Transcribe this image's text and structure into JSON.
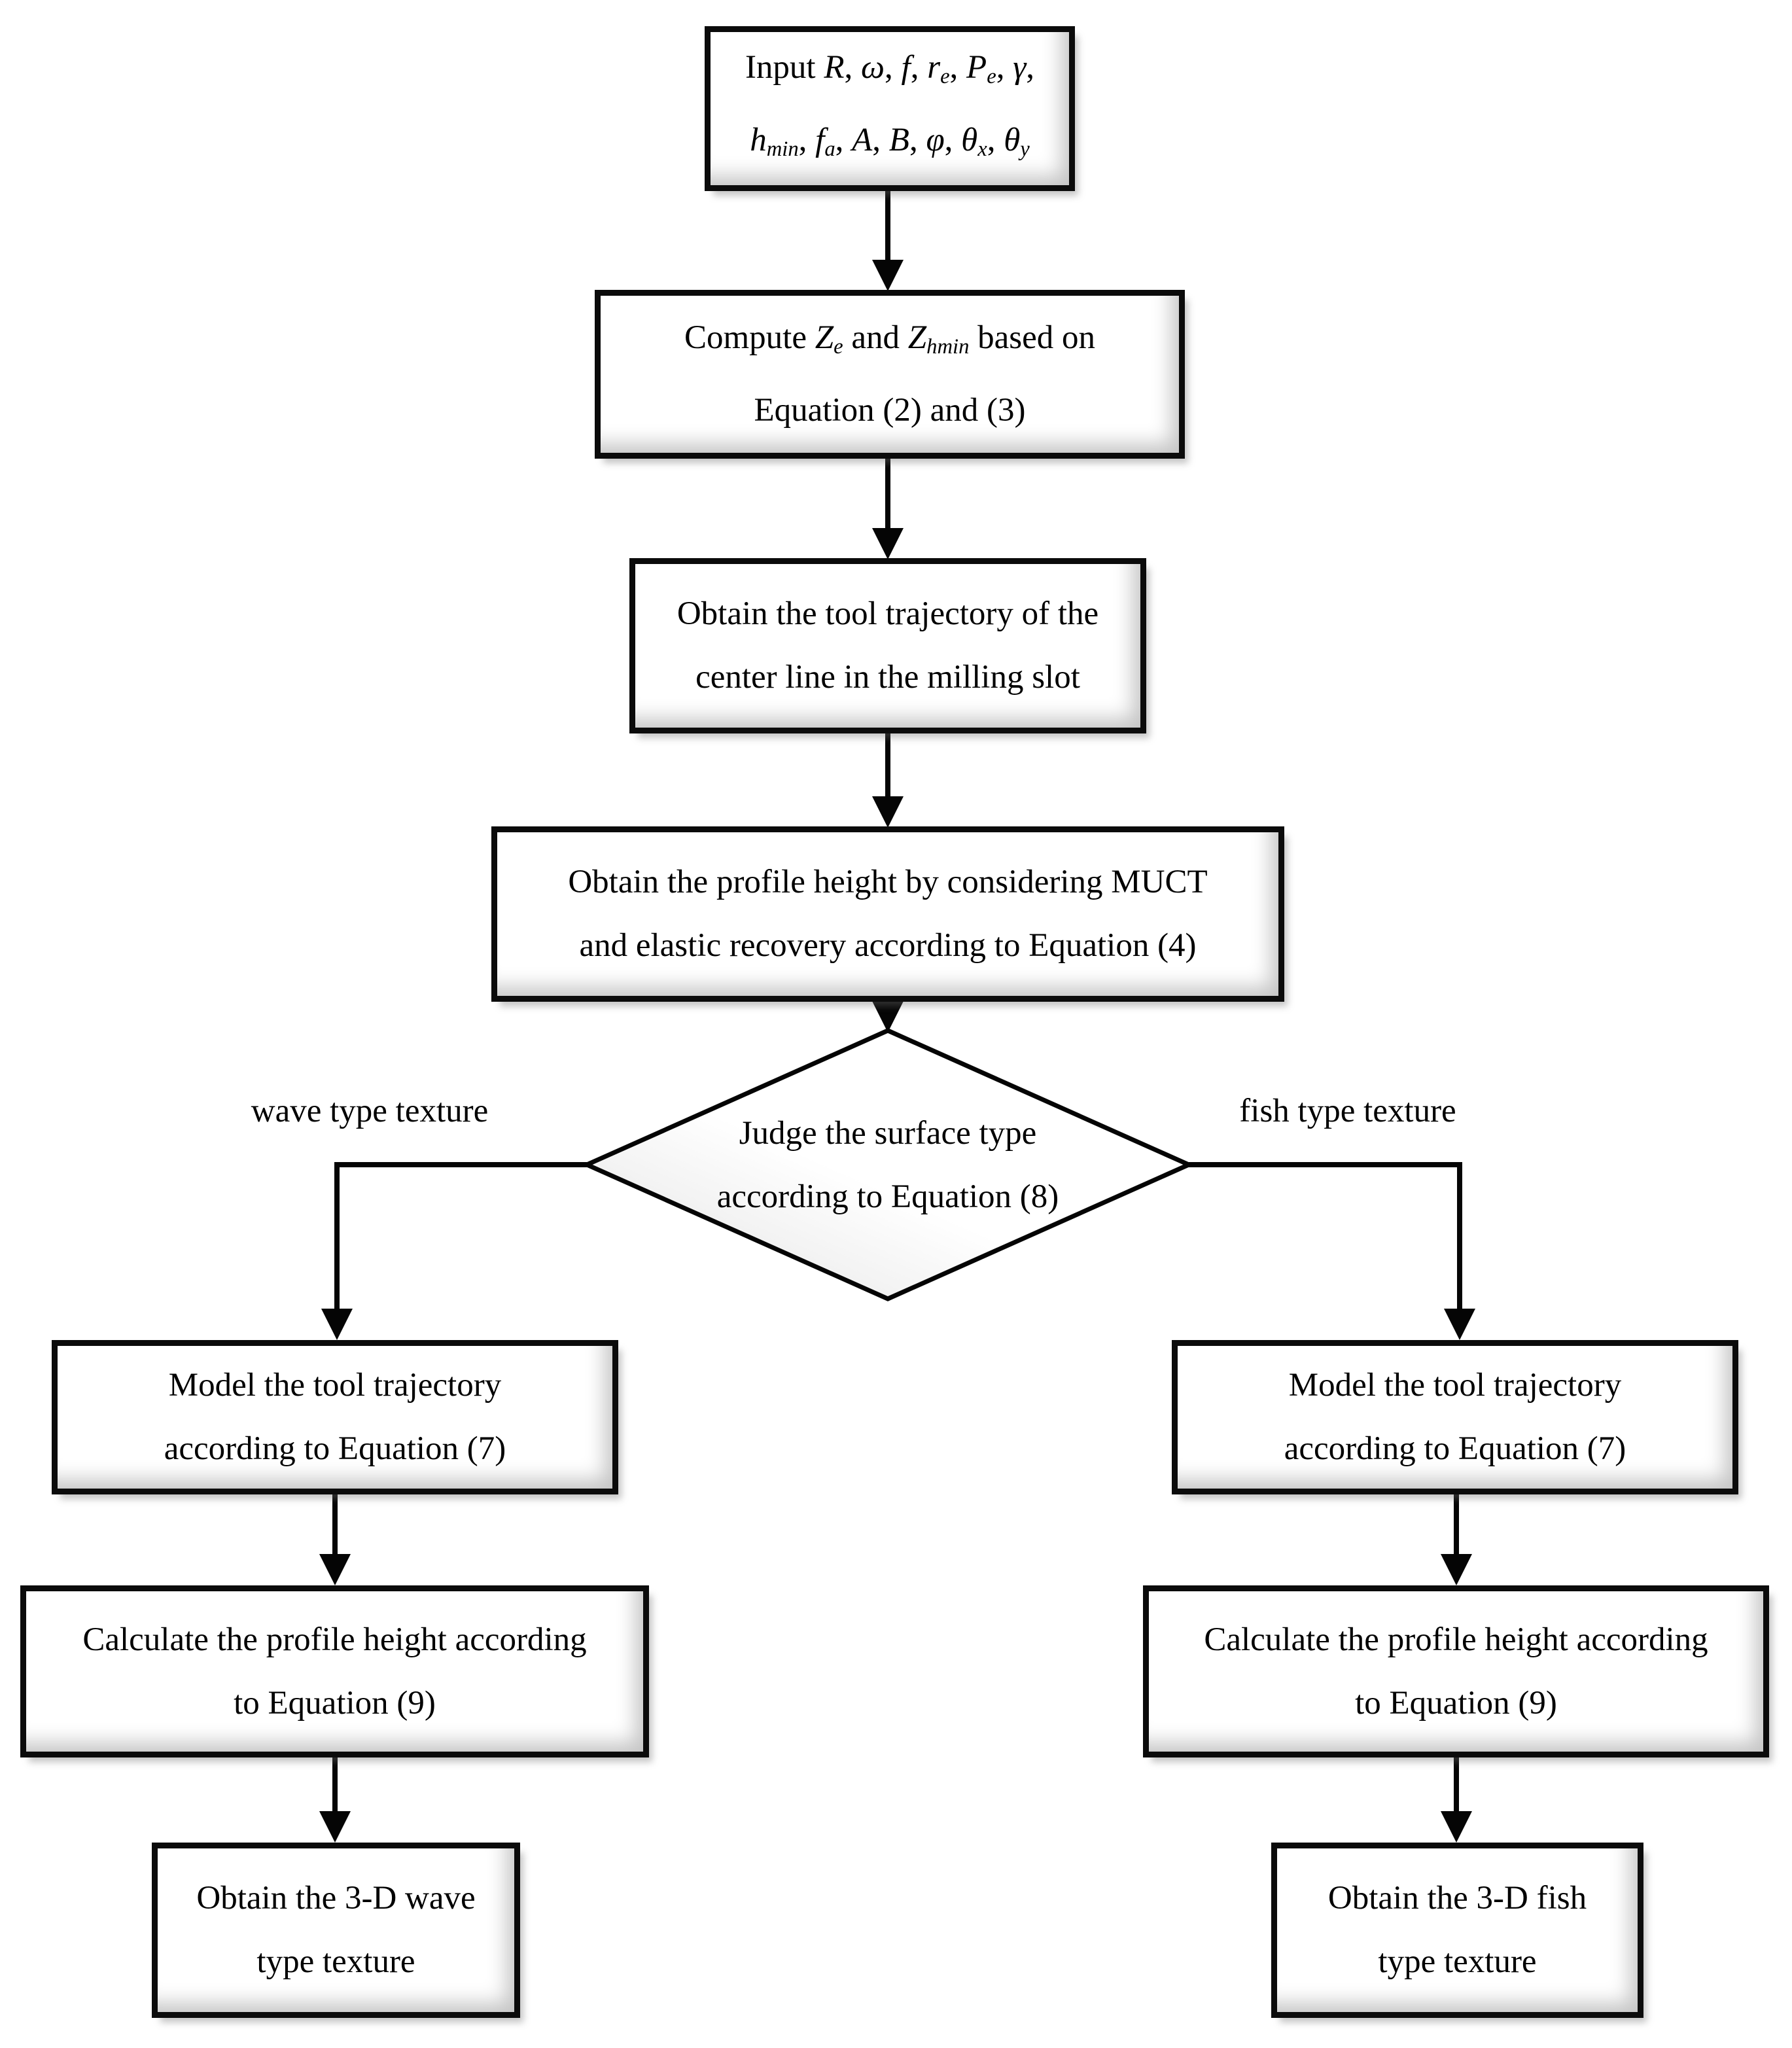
{
  "palette": {
    "background": "#ffffff",
    "node_fill": "#ffffff",
    "stroke": "#0b0b0b",
    "bevel_shade": "#c6c6c6"
  },
  "branch_labels": {
    "left": "wave type texture",
    "right": "fish type texture"
  },
  "nodes": {
    "input": {
      "lines": [
        [
          {
            "n": "Input "
          },
          {
            "i": "R"
          },
          {
            "n": ", "
          },
          {
            "i": "ω"
          },
          {
            "n": ", "
          },
          {
            "i": "f"
          },
          {
            "n": ", "
          },
          {
            "i": "r"
          },
          {
            "s": "e"
          },
          {
            "n": ", "
          },
          {
            "i": "P"
          },
          {
            "s": "e"
          },
          {
            "n": ", "
          },
          {
            "i": "γ"
          },
          {
            "n": ","
          }
        ],
        [
          {
            "i": "h"
          },
          {
            "s": "min"
          },
          {
            "n": ", "
          },
          {
            "i": "f"
          },
          {
            "s": "a"
          },
          {
            "n": ", "
          },
          {
            "i": "A"
          },
          {
            "n": ", "
          },
          {
            "i": "B"
          },
          {
            "n": ", "
          },
          {
            "i": "φ"
          },
          {
            "n": ", "
          },
          {
            "i": "θ"
          },
          {
            "s": "x"
          },
          {
            "n": ", "
          },
          {
            "i": "θ"
          },
          {
            "s": "y"
          }
        ]
      ]
    },
    "compute": {
      "lines": [
        [
          {
            "n": "Compute "
          },
          {
            "i": "Z"
          },
          {
            "s": "e"
          },
          {
            "n": " and "
          },
          {
            "i": "Z"
          },
          {
            "s": "hmin"
          },
          {
            "n": " based on"
          }
        ],
        [
          {
            "n": "Equation (2) and (3)"
          }
        ]
      ]
    },
    "trajectory": {
      "lines": [
        [
          {
            "n": "Obtain the tool trajectory of the"
          }
        ],
        [
          {
            "n": "center line in the milling slot"
          }
        ]
      ]
    },
    "profile": {
      "lines": [
        [
          {
            "n": "Obtain the profile height by considering MUCT"
          }
        ],
        [
          {
            "n": "and elastic recovery according to Equation (4)"
          }
        ]
      ]
    },
    "judge": {
      "lines": [
        [
          {
            "n": "Judge the surface type"
          }
        ],
        [
          {
            "n": "according to Equation (8)"
          }
        ]
      ]
    },
    "model_left": {
      "lines": [
        [
          {
            "n": "Model the tool trajectory"
          }
        ],
        [
          {
            "n": "according to Equation (7)"
          }
        ]
      ]
    },
    "model_right": {
      "lines": [
        [
          {
            "n": "Model the tool trajectory"
          }
        ],
        [
          {
            "n": "according to Equation (7)"
          }
        ]
      ]
    },
    "calc_left": {
      "lines": [
        [
          {
            "n": "Calculate the profile height according"
          }
        ],
        [
          {
            "n": "to Equation (9)"
          }
        ]
      ]
    },
    "calc_right": {
      "lines": [
        [
          {
            "n": "Calculate the profile height according"
          }
        ],
        [
          {
            "n": "to Equation (9)"
          }
        ]
      ]
    },
    "wave_texture": {
      "lines": [
        [
          {
            "n": "Obtain the 3-D wave"
          }
        ],
        [
          {
            "n": "type texture"
          }
        ]
      ]
    },
    "fish_texture": {
      "lines": [
        [
          {
            "n": "Obtain the 3-D fish"
          }
        ],
        [
          {
            "n": "type texture"
          }
        ]
      ]
    }
  }
}
